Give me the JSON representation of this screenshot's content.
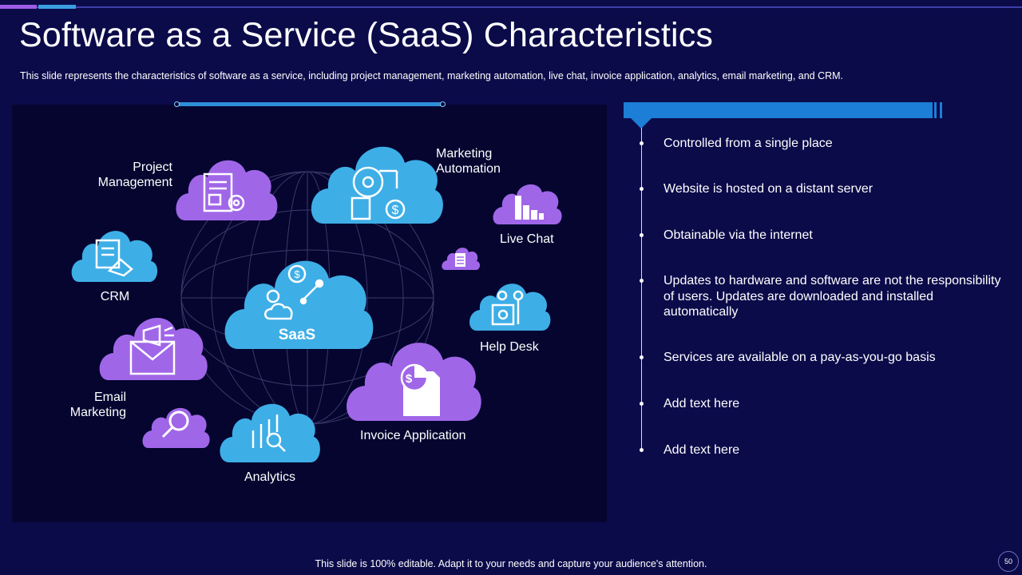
{
  "slide": {
    "title": "Software as a Service (SaaS) Characteristics",
    "subtitle": "This slide represents the characteristics of software as a service, including project management, marketing automation, live chat, invoice application, analytics, email marketing, and CRM.",
    "footer": "This slide is 100% editable. Adapt it to your needs and capture your audience's attention.",
    "page_number": "50"
  },
  "diagram": {
    "center_label": "SaaS",
    "labels": {
      "project_management": "Project\nManagement",
      "marketing_automation": "Marketing\nAutomation",
      "live_chat": "Live Chat",
      "crm": "CRM",
      "help_desk": "Help Desk",
      "email_marketing": "Email\nMarketing",
      "invoice_application": "Invoice Application",
      "analytics": "Analytics"
    }
  },
  "characteristics": [
    "Controlled from a single place",
    "Website is hosted on a distant server",
    "Obtainable via the internet",
    "Updates to hardware and software are not the responsibility of users. Updates are downloaded and installed automatically",
    "Services are available on a pay-as-you-go basis",
    "Add text here",
    "Add text here"
  ],
  "colors": {
    "background": "#0b0b4a",
    "panel": "#050530",
    "cloud_purple": "#a066e8",
    "cloud_blue": "#3eaee6",
    "accent_blue": "#1c7ed6"
  }
}
